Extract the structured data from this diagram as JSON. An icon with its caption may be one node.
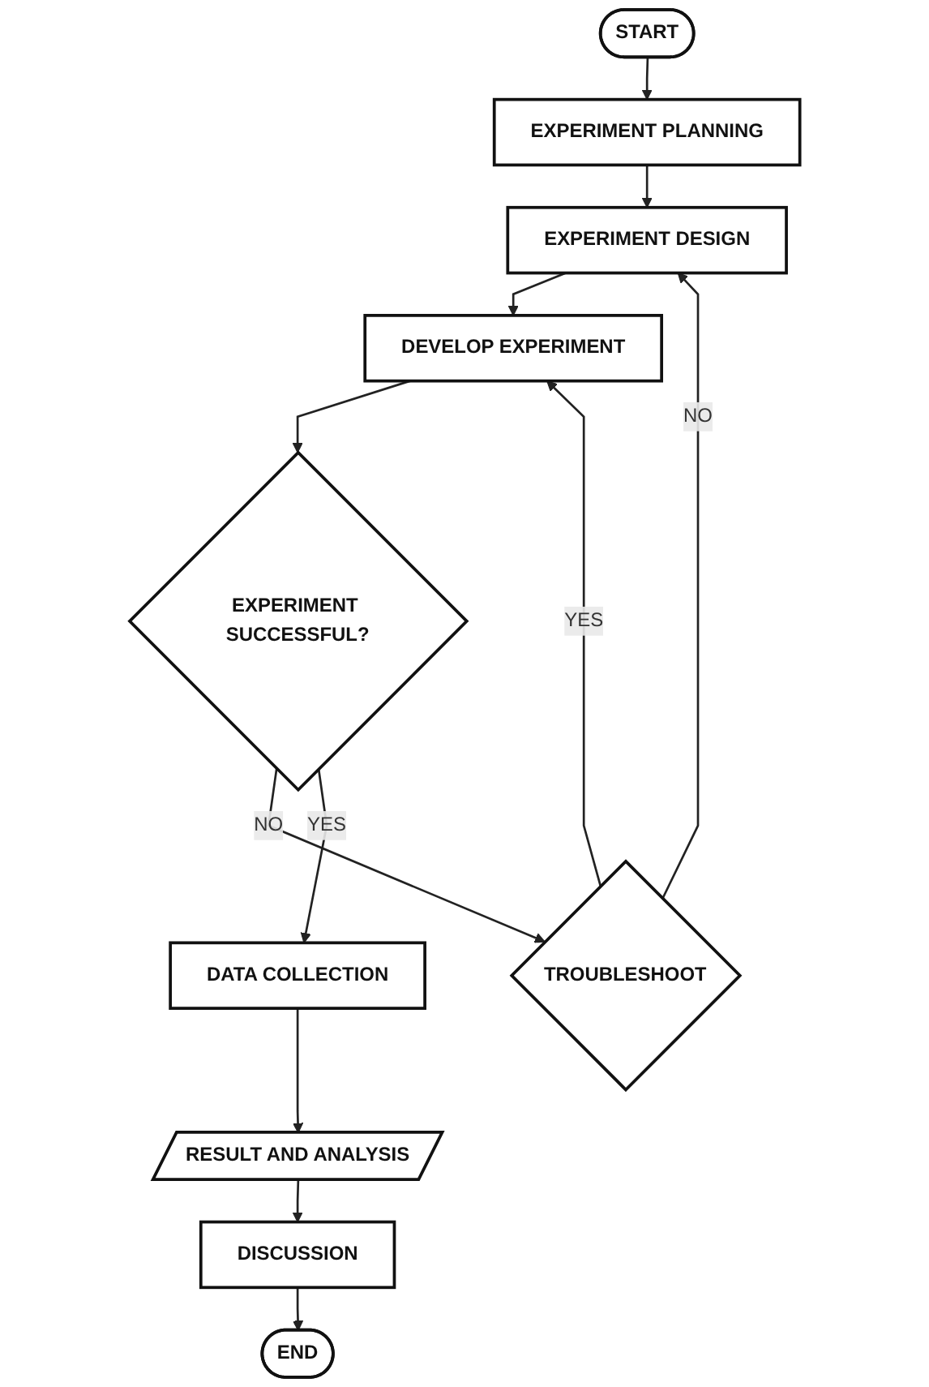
{
  "diagram": {
    "nodes": [
      {
        "text": [
          "START"
        ]
      },
      {
        "text": [
          "EXPERIMENT PLANNING"
        ]
      },
      {
        "text": [
          "EXPERIMENT DESIGN"
        ]
      },
      {
        "text": [
          "DEVELOP EXPERIMENT"
        ]
      },
      {
        "text": [
          "EXPERIMENT SUCCESSFUL?"
        ]
      },
      {
        "text": [
          "TROUBLESHOOT"
        ]
      },
      {
        "text": [
          "DATA COLLECTION"
        ]
      },
      {
        "text": [
          "RESULT AND ANALYSIS"
        ]
      },
      {
        "text": [
          "DISCUSSION"
        ]
      },
      {
        "text": [
          "END"
        ]
      }
    ],
    "edges": [
      {
        "from": 0,
        "to": 1,
        "arrow": "to"
      },
      {
        "from": 1,
        "to": 2,
        "arrow": "to"
      },
      {
        "from": 2,
        "to": 3,
        "arrow": "to"
      },
      {
        "from": 3,
        "to": 4,
        "arrow": "to"
      },
      {
        "from": 4,
        "to": 5,
        "arrow": "to",
        "label": "NO"
      },
      {
        "from": 5,
        "to": 2,
        "arrow": "to",
        "label": "NO"
      },
      {
        "from": 5,
        "to": 3,
        "arrow": "to",
        "label": "YES"
      },
      {
        "from": 4,
        "to": 6,
        "arrow": "to",
        "label": "YES"
      },
      {
        "from": 6,
        "to": 7,
        "arrow": "to"
      },
      {
        "from": 7,
        "to": 8,
        "arrow": "to"
      },
      {
        "from": 8,
        "to": 9,
        "arrow": "to"
      }
    ]
  }
}
